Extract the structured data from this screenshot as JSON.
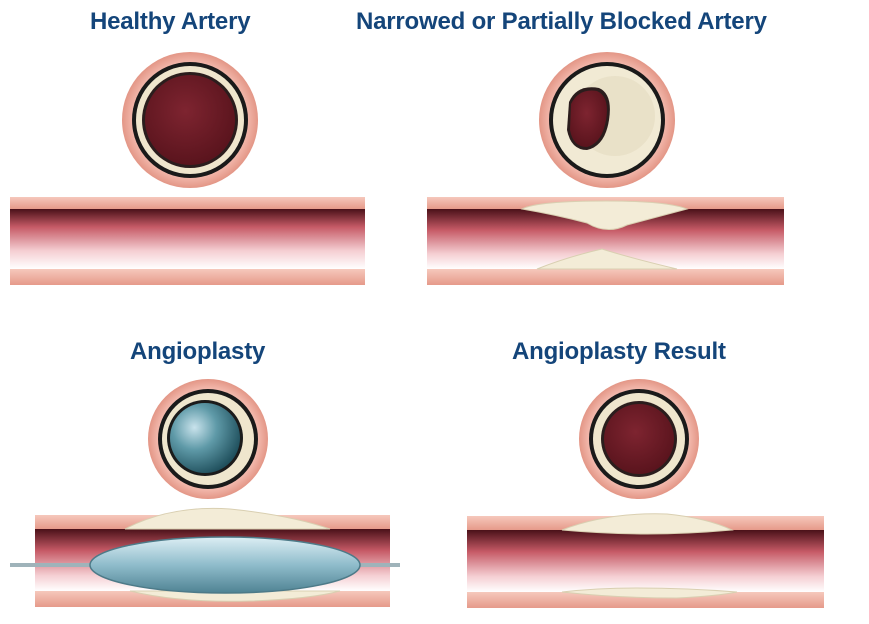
{
  "colors": {
    "title": "#14457a",
    "wall": "#f3b2a6",
    "lumen": "#6b1a24",
    "plaque": "#f2ecd6",
    "balloon": "#9fc4d1"
  },
  "panels": [
    {
      "id": "healthy",
      "title": "Healthy Artery"
    },
    {
      "id": "narrowed",
      "title": "Narrowed or Partially Blocked Artery"
    },
    {
      "id": "angioplasty",
      "title": "Angioplasty"
    },
    {
      "id": "result",
      "title": "Angioplasty Result"
    }
  ]
}
